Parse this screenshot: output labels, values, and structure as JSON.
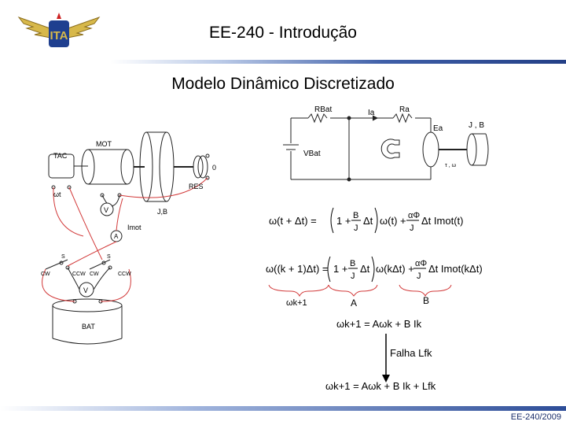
{
  "slide": {
    "title": "EE-240 - Introdução",
    "subtitle": "Modelo Dinâmico Discretizado",
    "footer": "EE-240/2009"
  },
  "logo": {
    "name": "ita-logo",
    "letters": "ITA",
    "colors": {
      "wing": "#d7b84a",
      "blue": "#1f3f8f",
      "red": "#cc2222"
    }
  },
  "mechanism": {
    "labels": {
      "tac": "TAC",
      "mot": "MOT",
      "jb": "J,B",
      "res": "RES",
      "zero": "0",
      "omega_t": "ωt",
      "v1": "V",
      "imot": "Imot",
      "a": "A",
      "s1": "S",
      "s2": "S",
      "cw1": "CW",
      "ccw1": "CCW",
      "cw2": "CW",
      "ccw2": "CCW",
      "v2": "V",
      "bat": "BAT"
    }
  },
  "circuit": {
    "labels": {
      "rbat": "RBat",
      "ia": "Ia",
      "ra": "Ra",
      "ea": "Ea",
      "jb": "J , B",
      "vbat": "VBat",
      "tau": "τ , ω"
    }
  },
  "equations": {
    "eq1_lhs": "ω(t + Δt) = ",
    "eq1_term1_pre": "1 +",
    "eq1_term1_frac": "B / J",
    "eq1_term1_post": "Δt",
    "eq1_term1_tail": "ω(t) +",
    "eq1_term2_frac": "αΦ / J",
    "eq1_term2_tail": "Δt Imot(t)",
    "eq2_lhs": "ω((k + 1)Δt) = ",
    "eq2_term1_pre": "1 +",
    "eq2_term1_frac": "B / J",
    "eq2_term1_post": "Δt",
    "eq2_term1_tail": "ω(kΔt) +",
    "eq2_term2_frac": "αΦ / J",
    "eq2_term2_tail": "Δt Imot(kΔt)",
    "brace_omega": "ωk+1",
    "brace_a": "A",
    "brace_b": "B",
    "eq3": "ωk+1 = Aωk + B Ik",
    "falha": "Falha Lfk",
    "eq4": "ωk+1 = Aωk + B Ik + Lfk"
  }
}
